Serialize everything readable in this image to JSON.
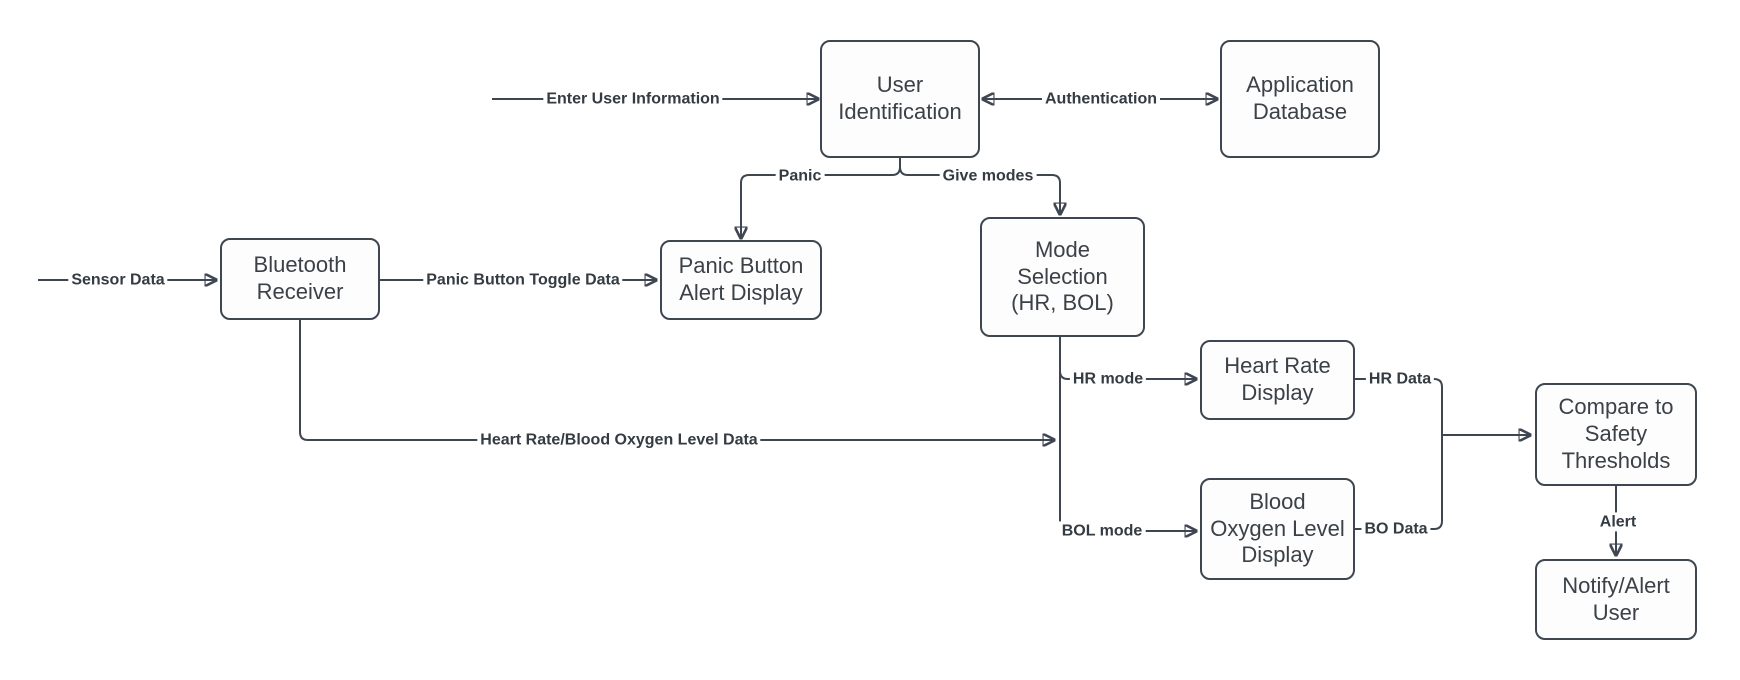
{
  "colors": {
    "background": "#ffffff",
    "stroke": "#3E4651",
    "node_fill": "#FDFDFD",
    "node_text": "#3B4147",
    "edge_label_text": "#343B42"
  },
  "nodes": [
    {
      "id": "user-identification",
      "label": "User\nIdentification"
    },
    {
      "id": "application-database",
      "label": "Application\nDatabase"
    },
    {
      "id": "bluetooth-receiver",
      "label": "Bluetooth\nReceiver"
    },
    {
      "id": "panic-button-alert-display",
      "label": "Panic Button\nAlert Display"
    },
    {
      "id": "mode-selection",
      "label": "Mode\nSelection\n(HR, BOL)"
    },
    {
      "id": "heart-rate-display",
      "label": "Heart Rate\nDisplay"
    },
    {
      "id": "blood-oxygen-level-display",
      "label": "Blood\nOxygen Level\nDisplay"
    },
    {
      "id": "compare-to-safety-thresholds",
      "label": "Compare to\nSafety\nThresholds"
    },
    {
      "id": "notify-alert-user",
      "label": "Notify/Alert\nUser"
    }
  ],
  "edge_labels": [
    {
      "id": "enter-user-information",
      "text": "Enter User Information"
    },
    {
      "id": "authentication",
      "text": "Authentication"
    },
    {
      "id": "panic",
      "text": "Panic"
    },
    {
      "id": "give-modes",
      "text": "Give modes"
    },
    {
      "id": "sensor-data",
      "text": "Sensor Data"
    },
    {
      "id": "panic-button-toggle-data",
      "text": "Panic Button Toggle Data"
    },
    {
      "id": "heart-rate-blood-oxygen-level-data",
      "text": "Heart Rate/Blood Oxygen Level Data"
    },
    {
      "id": "hr-mode",
      "text": "HR mode"
    },
    {
      "id": "bol-mode",
      "text": "BOL mode"
    },
    {
      "id": "hr-data",
      "text": "HR Data"
    },
    {
      "id": "bo-data",
      "text": "BO Data"
    },
    {
      "id": "alert",
      "text": "Alert"
    }
  ]
}
